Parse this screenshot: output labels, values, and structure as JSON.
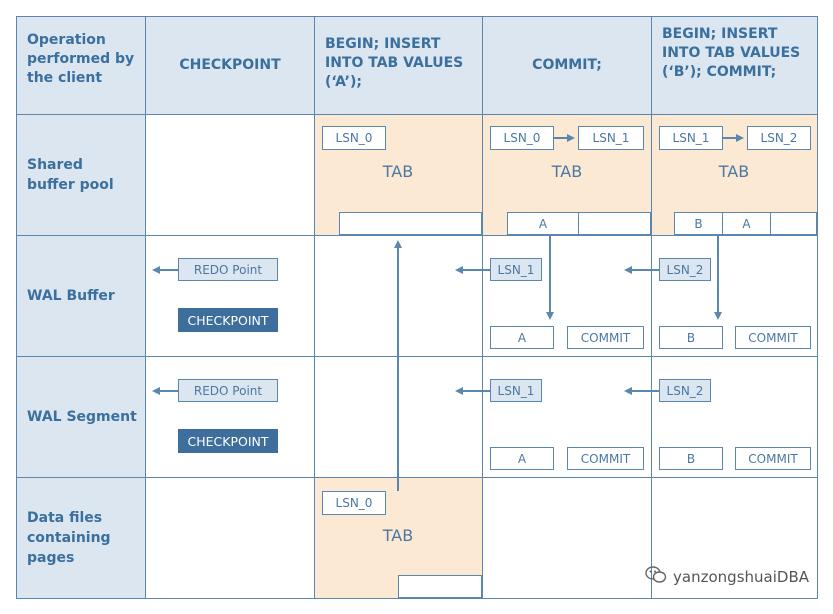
{
  "header": {
    "operation": "Operation performed by the client",
    "col_checkpoint": "CHECKPOINT",
    "col_insert_a": "BEGIN; INSERT INTO TAB VALUES (‘A’);",
    "col_commit": "COMMIT;",
    "col_insert_b": "BEGIN; INSERT INTO TAB VALUES (‘B’); COMMIT;"
  },
  "rows": {
    "shared_buffer": "Shared buffer pool",
    "wal_buffer": "WAL Buffer",
    "wal_segment": "WAL Segment",
    "data_files": "Data files containing pages"
  },
  "labels": {
    "lsn0": "LSN_0",
    "lsn1": "LSN_1",
    "lsn2": "LSN_2",
    "tab": "TAB",
    "a": "A",
    "b": "B",
    "commit": "COMMIT",
    "redo_point": "REDO Point",
    "checkpoint": "CHECKPOINT"
  },
  "watermark": "yanzongshuaiDBA",
  "colors": {
    "border": "#5b86ad",
    "header_bg": "#dbe6f1",
    "header_text": "#3a6f9e",
    "page_fill": "#fce9d4",
    "checkpoint_fill": "#3e6f9c"
  }
}
